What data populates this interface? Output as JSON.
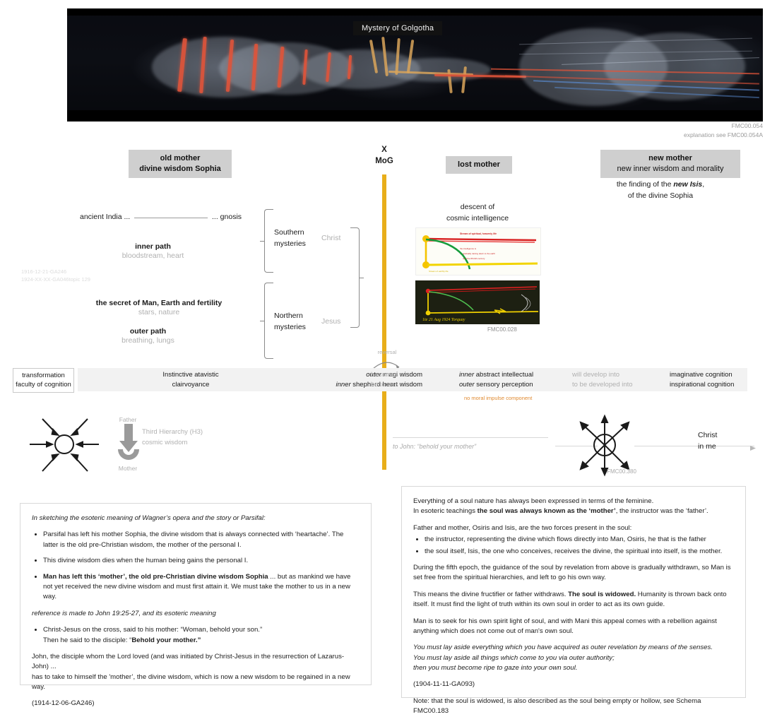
{
  "board": {
    "title": "Mystery of Golgotha",
    "caption_line1": "FMC00.054",
    "caption_line2": "explanation see FMC00.054A"
  },
  "columns": {
    "old_mother": {
      "line1": "old mother",
      "line2": "divine wisdom Sophia"
    },
    "lost_mother": {
      "line1": "lost mother"
    },
    "new_mother": {
      "line1": "new mother",
      "line2": "new inner wisdom and morality"
    },
    "new_mother_sub_a": "the finding of the ",
    "new_mother_sub_b": "new Isis",
    "new_mother_sub_c": ",",
    "new_mother_sub_d": "of the divine Sophia"
  },
  "axis": {
    "x": "X",
    "mog": "MoG",
    "reversal": "reversal"
  },
  "left_stream": {
    "ancient_india": "ancient India ...",
    "gnosis": "... gnosis",
    "inner_path": "inner path",
    "inner_path_sub": "bloodstream, heart",
    "secret": "the secret of Man, Earth and fertility",
    "secret_sub": "stars, nature",
    "outer_path": "outer path",
    "outer_path_sub": "breathing, lungs",
    "ref1": "1916-12-21-GA246",
    "ref2": "1924-XX-XX-GA046topic 129"
  },
  "mysteries": {
    "southern": "Southern\nmysteries",
    "southern_l1": "Southern",
    "southern_l2": "mysteries",
    "northern_l1": "Northern",
    "northern_l2": "mysteries",
    "christ": "Christ",
    "jesus": "Jesus"
  },
  "center_column": {
    "descent_l1": "descent of",
    "descent_l2": "cosmic intelligence",
    "fig2_caption": "FMC00.028",
    "fig1_title": "Stream of spiritual, heavenly life",
    "fig1_note_l1": "the intelligence is",
    "fig1_note_l2": "gradually raining down to the earth",
    "fig1_note_l3": "until the 8th-9th century",
    "fig1_bottom": "Stream of earthly life"
  },
  "band": {
    "row_label_l1": "transformation",
    "row_label_l2": "faculty of cognition",
    "cells": [
      {
        "l1": "Instinctive atavistic",
        "l2": "clairvoyance",
        "style": "dark-center"
      },
      {
        "l1": "outer magi wisdom",
        "l2": "inner shepherd heart wisdom",
        "style": "dark-italic-lead"
      },
      {
        "l1": "becomes",
        "l2": "becomes",
        "style": "grey"
      },
      {
        "l1": "inner abstract intellectual",
        "l2": "outer sensory perception",
        "style": "dark-italic-lead"
      },
      {
        "l1": "will develop into",
        "l2": "to be developed into",
        "style": "grey"
      },
      {
        "l1": "imaginative cognition",
        "l2": "inspirational cognition",
        "style": "dark"
      }
    ],
    "note_orange": "no moral impulse component"
  },
  "symbols": {
    "father": "Father",
    "mother": "Mother",
    "hierarchy_l1": "Third Hierarchy (H3)",
    "hierarchy_l2": "cosmic wisdom",
    "john_quote": "to John: “behold your mother”",
    "christ_in_me_l1": "Christ",
    "christ_in_me_l2": "in me",
    "fmc380": "FMC00.380"
  },
  "box_left": {
    "intro": "In sketching the esoteric meaning of Wagner’s opera and the story or Parsifal:",
    "bullets": [
      {
        "bold": "",
        "text": "Parsifal has left his mother Sophia, the divine wisdom that is always connected with ‘heartache’. The latter is the old pre-Christian wisdom, the mother of the personal I."
      },
      {
        "bold": "",
        "text": "This divine wisdom dies when the human being gains the personal I."
      },
      {
        "bold": "Man has left this ‘mother’, the old pre-Christian divine wisdom Sophia",
        "text": " ... but as mankind we have not yet received the new divine wisdom and must first attain it. We must take the mother to us in a new way."
      }
    ],
    "reference_note": "reference is made to John 19:25-27, and its esoteric meaning",
    "quote_l1": "Christ-Jesus on the cross, said to his mother: “Woman, behold your son.”",
    "quote_l2_lead": "Then he said to the disciple: “",
    "quote_l2_bold": "Behold your mother.”",
    "closing_l1": "John, the disciple whom the Lord loved (and was initiated by Christ-Jesus in the resurrection of Lazarus-John) ...",
    "closing_l2": "has to take to himself the 'mother’, the divine wisdom, which is now a new wisdom to be regained in a new way.",
    "source": "(1914-12-06-GA246)"
  },
  "box_right": {
    "p1_l1": "Everything of a soul nature has always been expressed in terms of the feminine.",
    "p1_l2_lead": "In esoteric teachings ",
    "p1_l2_bold": "the soul was always known as the ‘mother’",
    "p1_l2_tail": ", the instructor was the ‘father’.",
    "p2_intro": "Father and mother, Osiris and Isis, are the two forces present in the soul:",
    "p2_bullets": [
      "the instructor, representing the divine which flows directly into Man, Osiris, he that is the father",
      "the soul itself, Isis, the one who conceives, receives the divine, the spiritual into itself, is the mother."
    ],
    "p3": "During the fifth epoch, the guidance of the soul by revelation from above is gradually withdrawn, so Man is set free from the spiritual hierarchies, and  left to go his own way.",
    "p4_lead": "This means the divine fructifier or father withdraws. ",
    "p4_bold": "The soul is widowed.",
    "p4_tail": " Humanity is thrown back onto itself. It must find the light of truth within its own soul in order to act as its own guide.",
    "p5": "Man is to seek for his own spirit light of soul, and with Mani this appeal comes with a rebellion against anything which does not come out of man's own soul.",
    "p6_l1": "You must lay aside everything which you have acquired as outer revelation by means of the senses.",
    "p6_l2": "You must lay aside all things which come to you via outer authority;",
    "p6_l3": "then you must become ripe to gaze into your own soul.",
    "source": "(1904-11-11-GA093)",
    "note": "Note: that the soul is widowed, is also described as the soul being empty or hollow, see Schema FMC00.183"
  },
  "colors": {
    "accent_axis": "#e8ae1a",
    "chip_bg": "#cfcfcf",
    "band_bg": "#f2f2f2",
    "orange_note": "#e08a30",
    "board_bg": "#07080c"
  }
}
